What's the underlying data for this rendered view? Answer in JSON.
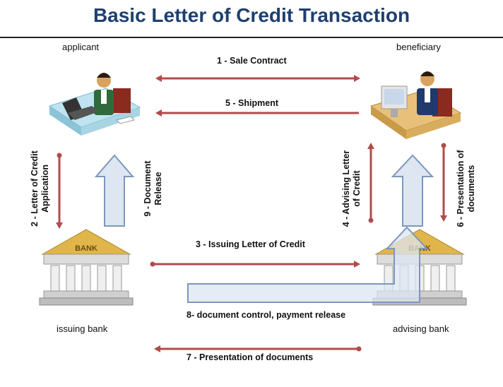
{
  "title": "Basic Letter of Credit Transaction",
  "parties": {
    "applicant": "applicant",
    "beneficiary": "beneficiary",
    "issuing_bank": "issuing bank",
    "advising_bank": "advising bank"
  },
  "bank_sign": "BANK",
  "flows": {
    "f1": "1 - Sale Contract",
    "f2a": "2 - Letter of Credit",
    "f2b": "Application",
    "f3": "3 - Issuing Letter of Credit",
    "f4a": "4 - Advising Letter",
    "f4b": "of Credit",
    "f5": "5 - Shipment",
    "f6a": "6 - Presentation of",
    "f6b": "documents",
    "f7": "7 - Presentation of documents",
    "f8": "8- document control, payment release",
    "f9a": "9 - Document",
    "f9b": "Release"
  },
  "colors": {
    "title": "#1f3f6f",
    "arrow": "#b24b4b",
    "block_arrow_fill": "#dde6f1",
    "block_arrow_stroke": "#7c97bd"
  }
}
